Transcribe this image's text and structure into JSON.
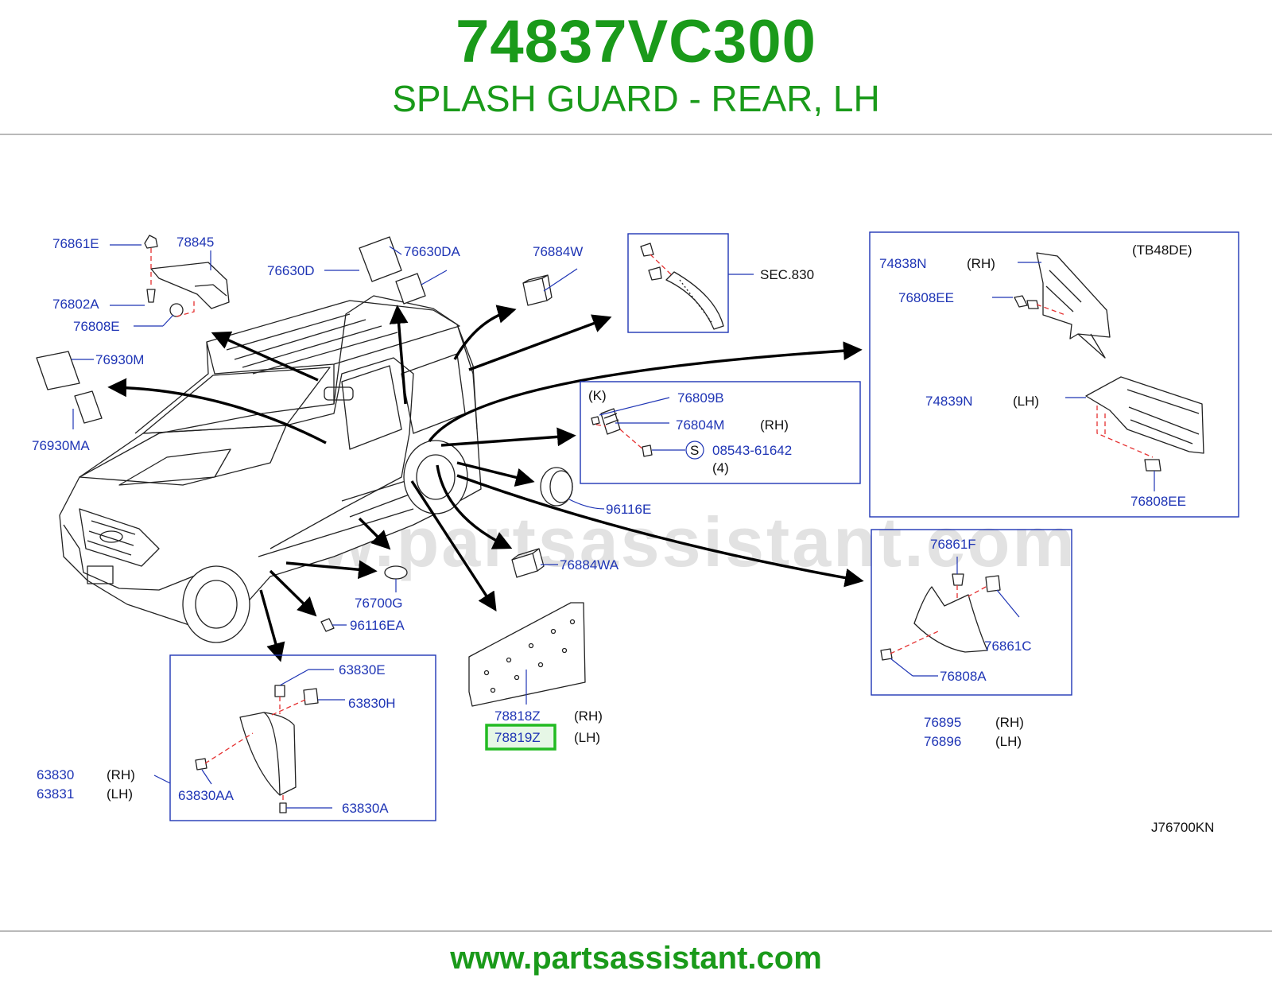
{
  "header": {
    "part_number": "74837VC300",
    "part_name": "SPLASH GUARD - REAR, LH"
  },
  "footer": {
    "url": "www.partsassistant.com"
  },
  "diagram": {
    "watermark": "www.partsassistant.com",
    "diagram_code": "J76700KN",
    "sec_ref": "SEC.830",
    "engine_variant": "(TB48DE)",
    "variant_k": "(K)",
    "screw_symbol": "S",
    "qty_4": "(4)",
    "rh": "(RH)",
    "lh": "(LH)",
    "highlight_color": "#22bb22",
    "parts": {
      "p76861E": "76861E",
      "p78845": "78845",
      "p76802A": "76802A",
      "p76808E": "76808E",
      "p76630D": "76630D",
      "p76630DA": "76630DA",
      "p76884W": "76884W",
      "p76930M": "76930M",
      "p76930MA": "76930MA",
      "p74838N": "74838N",
      "p76808EE_a": "76808EE",
      "p74839N": "74839N",
      "p76808EE_b": "76808EE",
      "p76809B": "76809B",
      "p76804M": "76804M",
      "p08543": "08543-61642",
      "p96116E": "96116E",
      "p76884WA": "76884WA",
      "p76700G": "76700G",
      "p96116EA": "96116EA",
      "p76861F": "76861F",
      "p76861C": "76861C",
      "p76808A": "76808A",
      "p76895": "76895",
      "p76896": "76896",
      "p78818Z": "78818Z",
      "p78819Z": "78819Z",
      "p63830E": "63830E",
      "p63830H": "63830H",
      "p63830": "63830",
      "p63831": "63831",
      "p63830AA": "63830AA",
      "p63830A": "63830A"
    }
  }
}
